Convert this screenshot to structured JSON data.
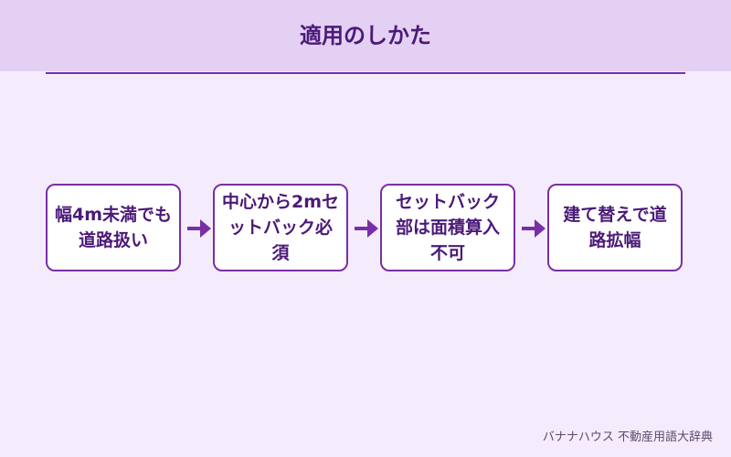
{
  "header": {
    "title": "適用のしかた"
  },
  "flow": {
    "steps": [
      {
        "label": "幅4m未満でも道路扱い"
      },
      {
        "label": "中心から2mセットバック必須"
      },
      {
        "label": "セットバック部は面積算入不可"
      },
      {
        "label": "建て替えで道路拡幅"
      }
    ]
  },
  "colors": {
    "accent": "#7a2ea6",
    "title_text": "#4b1a78",
    "header_bg": "#e3d0f3",
    "page_bg": "#f4ecfd"
  },
  "icons": {
    "connector": "arrow-right-icon"
  },
  "footer": {
    "credit": "バナナハウス 不動産用語大辞典"
  }
}
